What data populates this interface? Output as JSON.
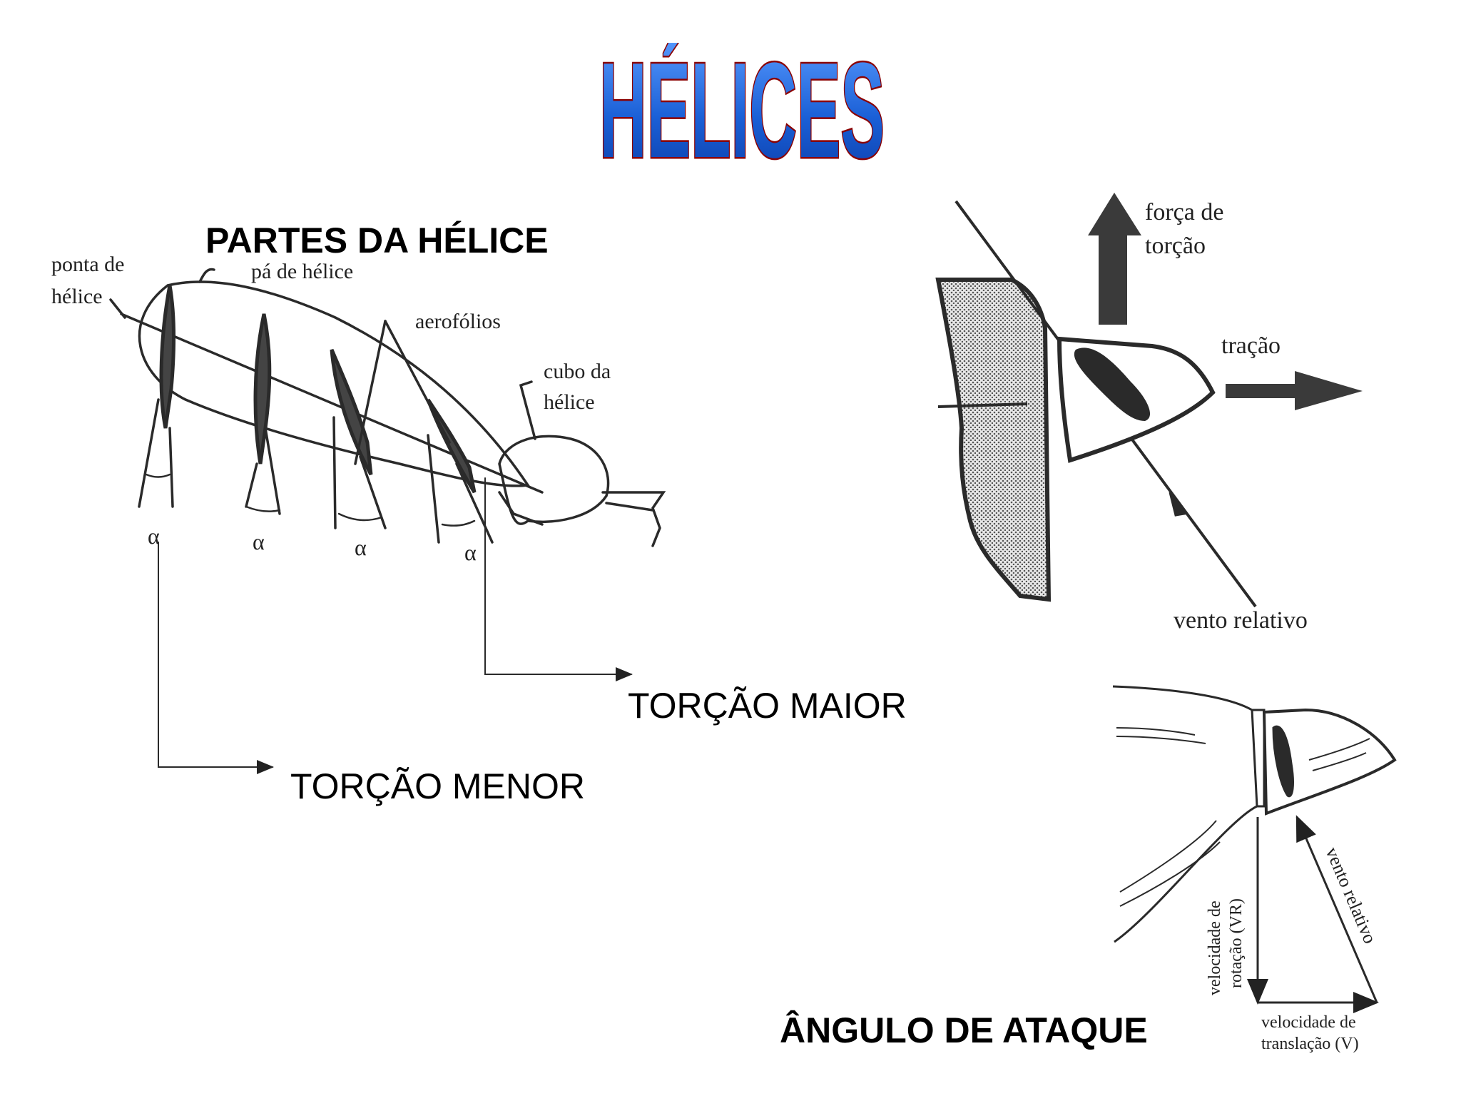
{
  "title": "HÉLICES",
  "sections": {
    "parts_heading": "PARTES DA HÉLICE",
    "attack_heading": "ÂNGULO DE ATAQUE"
  },
  "callouts": {
    "twist_greater": "TORÇÃO MAIOR",
    "twist_smaller": "TORÇÃO MENOR"
  },
  "blade_diagram": {
    "tip": [
      "ponta de",
      "hélice"
    ],
    "blade": "pá de hélice",
    "airfoils": "aerofólios",
    "hub": [
      "cubo da",
      "hélice"
    ],
    "angle": "α"
  },
  "forces_diagram": {
    "twist_force": [
      "força de",
      "torção"
    ],
    "thrust": "tração",
    "relative_wind": "vento relativo"
  },
  "velocity_diagram": {
    "rotation_velocity": [
      "velocidade de",
      "rotação (VR)"
    ],
    "relative_wind": "vento relativo",
    "translation_velocity": [
      "velocidade de",
      "translação (V)"
    ]
  },
  "colors": {
    "title_fill": "#1a5fd6",
    "title_outline": "#8b0000",
    "line": "#2a2a2a"
  }
}
